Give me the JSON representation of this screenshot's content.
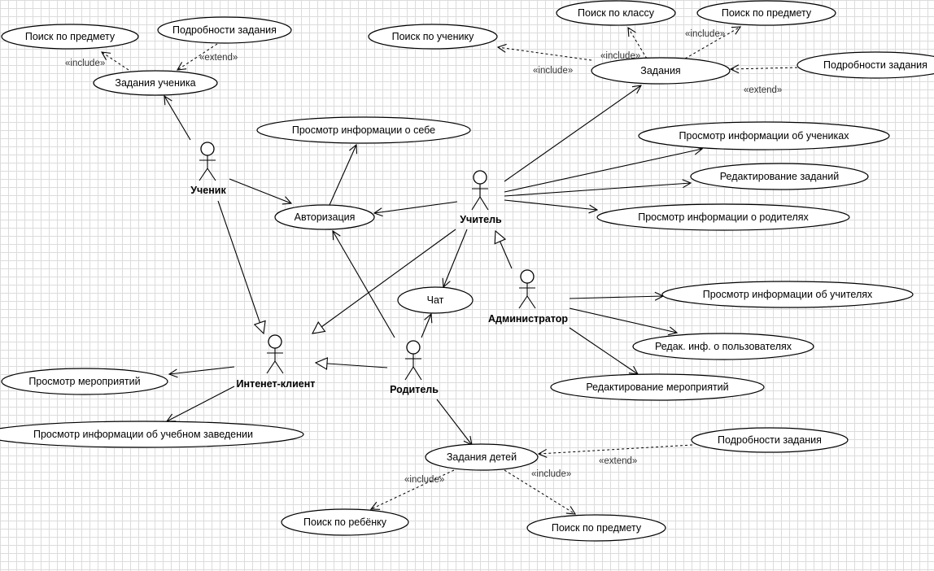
{
  "actors": {
    "student": "Ученик",
    "teacher": "Учитель",
    "admin": "Администратор",
    "parent": "Родитель",
    "client": "Интенет-клиент"
  },
  "use_cases": {
    "student_tasks": "Задания ученика",
    "student_search_subject": "Поиск по предмету",
    "student_task_details": "Подробности задания",
    "self_info": "Просмотр информации о себе",
    "auth": "Авторизация",
    "chat": "Чат",
    "teacher_tasks": "Задания",
    "search_class": "Поиск по классу",
    "teacher_search_subject": "Поиск по предмету",
    "search_student": "Поиск по ученику",
    "teacher_task_details": "Подробности задания",
    "view_students": "Просмотр информации об учениках",
    "edit_tasks": "Редактирование заданий",
    "view_parents": "Просмотр информации о родителях",
    "view_teachers": "Просмотр информации об учителях",
    "edit_users": "Редак. инф. о пользователях",
    "edit_events": "Редактирование мероприятий",
    "view_events": "Просмотр мероприятий",
    "view_school": "Просмотр информации об учебном заведении",
    "child_tasks": "Задания детей",
    "child_task_details": "Подробности задания",
    "search_child": "Поиск по ребёнку",
    "parent_search_subject": "Поиск по предмету"
  },
  "stereotypes": {
    "include": "«include»",
    "extend": "«extend»"
  }
}
